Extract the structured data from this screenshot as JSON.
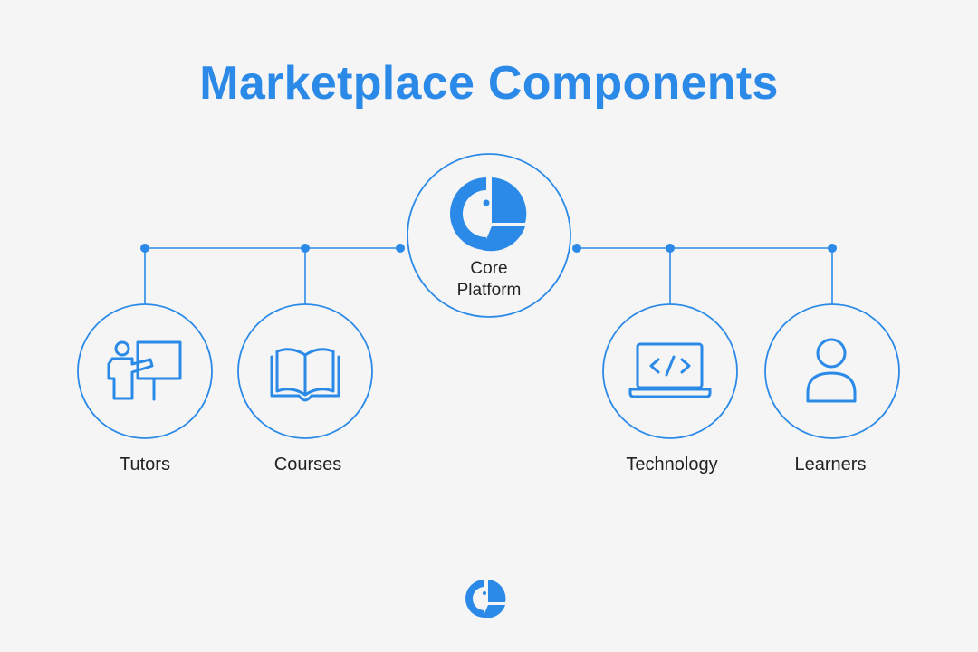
{
  "title": "Marketplace Components",
  "accent_color": "#2b8ae8",
  "center_node": {
    "label_line1": "Core",
    "label_line2": "Platform",
    "icon": "logo-icon"
  },
  "nodes": [
    {
      "id": "tutors",
      "label": "Tutors",
      "icon": "teacher-board-icon"
    },
    {
      "id": "courses",
      "label": "Courses",
      "icon": "open-book-icon"
    },
    {
      "id": "technology",
      "label": "Technology",
      "icon": "laptop-code-icon"
    },
    {
      "id": "learners",
      "label": "Learners",
      "icon": "person-icon"
    }
  ],
  "footer": {
    "icon": "logo-icon"
  }
}
